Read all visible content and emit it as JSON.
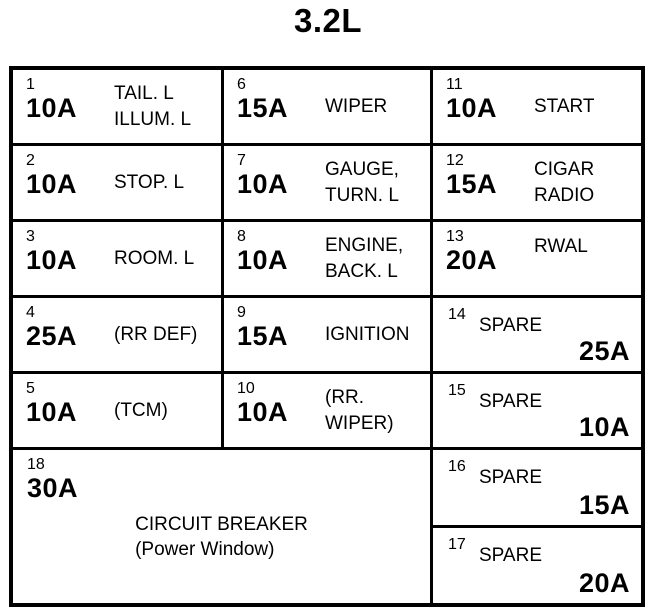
{
  "title": "3.2L",
  "colors": {
    "ink": "#000000",
    "paper": "#ffffff"
  },
  "fuses": {
    "c1": {
      "num": "1",
      "amp": "10A",
      "line1": "TAIL. L",
      "line2": "ILLUM. L"
    },
    "c2": {
      "num": "2",
      "amp": "10A",
      "line1": "STOP. L"
    },
    "c3": {
      "num": "3",
      "amp": "10A",
      "line1": "ROOM. L"
    },
    "c4": {
      "num": "4",
      "amp": "25A",
      "line1": "(RR DEF)"
    },
    "c5": {
      "num": "5",
      "amp": "10A",
      "line1": "(TCM)"
    },
    "c6": {
      "num": "6",
      "amp": "15A",
      "line1": "WIPER"
    },
    "c7": {
      "num": "7",
      "amp": "10A",
      "line1": "GAUGE,",
      "line2": "TURN. L"
    },
    "c8": {
      "num": "8",
      "amp": "10A",
      "line1": "ENGINE,",
      "line2": "BACK. L"
    },
    "c9": {
      "num": "9",
      "amp": "15A",
      "line1": "IGNITION"
    },
    "c10": {
      "num": "10",
      "amp": "10A",
      "line1": "(RR.",
      "line2": "WIPER)"
    },
    "c11": {
      "num": "11",
      "amp": "10A",
      "line1": "START"
    },
    "c12": {
      "num": "12",
      "amp": "15A",
      "line1": "CIGAR",
      "line2": "RADIO"
    },
    "c13": {
      "num": "13",
      "amp": "20A",
      "line1": "RWAL"
    },
    "c14": {
      "num": "14",
      "amp": "25A",
      "label": "SPARE"
    },
    "c15": {
      "num": "15",
      "amp": "10A",
      "label": "SPARE"
    },
    "c16": {
      "num": "16",
      "amp": "15A",
      "label": "SPARE"
    },
    "c17": {
      "num": "17",
      "amp": "20A",
      "label": "SPARE"
    },
    "c18": {
      "num": "18",
      "amp": "30A",
      "line1": "CIRCUIT BREAKER",
      "line2": "(Power Window)"
    }
  }
}
